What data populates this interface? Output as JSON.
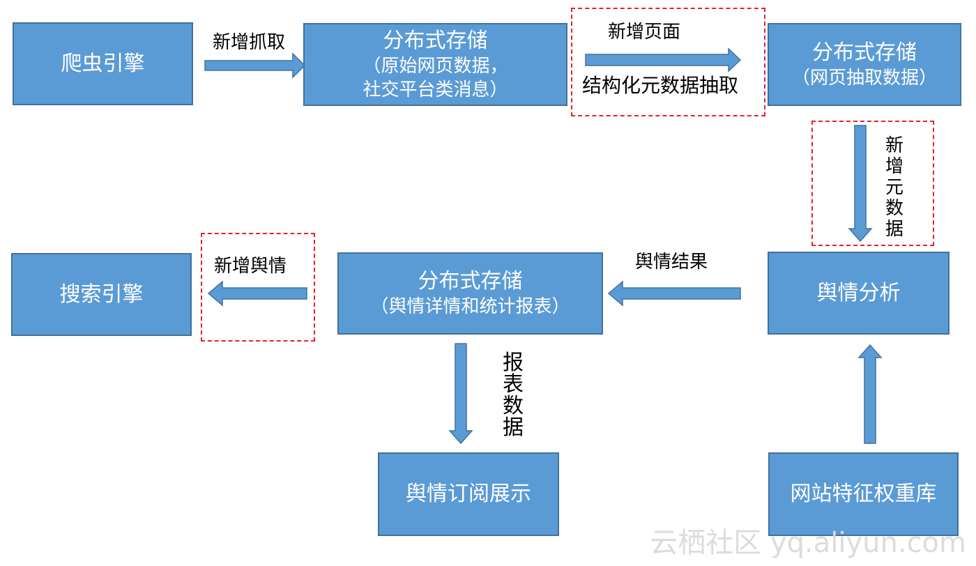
{
  "colors": {
    "node_fill": "#5b9bd5",
    "node_border": "#41719c",
    "dashed_border": "#e8202a",
    "text": "#000000"
  },
  "nodes": {
    "crawler": {
      "title": "爬虫引擎"
    },
    "storage_raw": {
      "title": "分布式存储",
      "line1": "（原始网页数据，",
      "line2": "社交平台类消息）"
    },
    "storage_extract": {
      "title": "分布式存储",
      "line1": "（网页抽取数据）"
    },
    "search": {
      "title": "搜索引擎"
    },
    "storage_report": {
      "title": "分布式存储",
      "line1": "（舆情详情和统计报表）"
    },
    "analysis": {
      "title": "舆情分析"
    },
    "subscription": {
      "title": "舆情订阅展示"
    },
    "site_weight": {
      "title": "网站特征权重库"
    }
  },
  "edges": {
    "new_crawl": "新增抓取",
    "new_pages": "新增页面",
    "structured_extraction": "结构化元数据抽取",
    "new_metadata": "新增元数据",
    "sentiment_results": "舆情结果",
    "new_sentiment": "新增舆情",
    "report_data": "报表数据"
  },
  "watermark": "云栖社区 yq.aliyun.com"
}
